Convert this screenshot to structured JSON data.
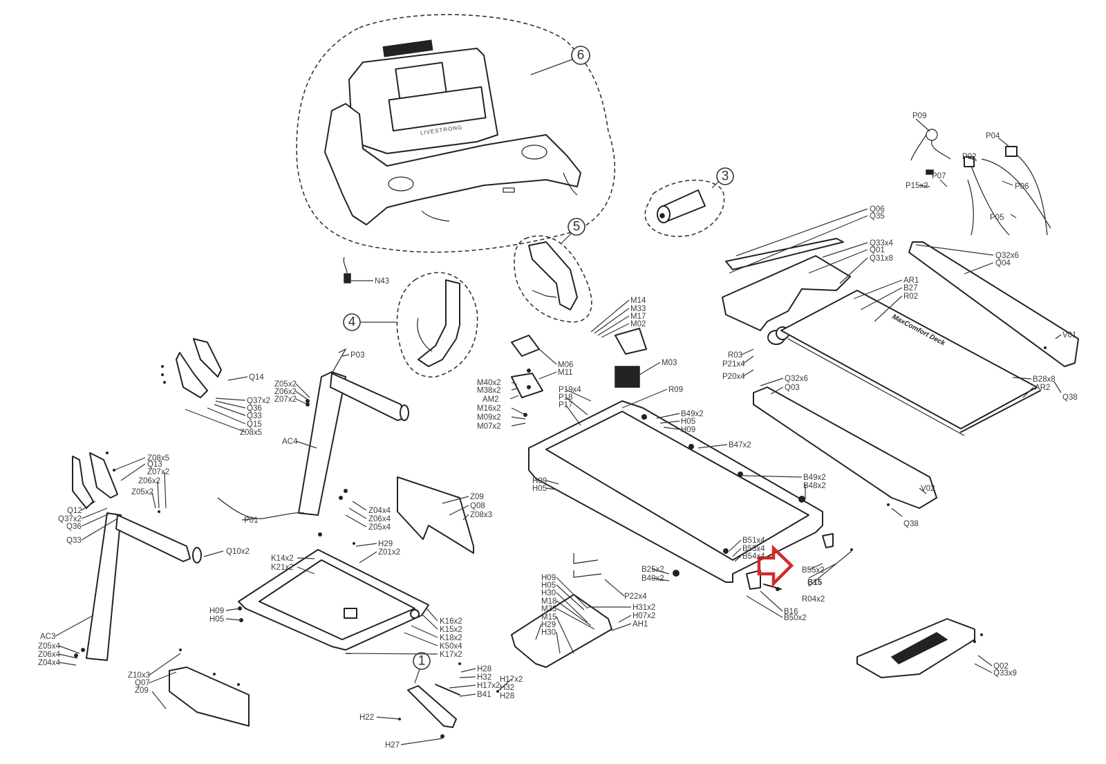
{
  "diagram": {
    "title": "Treadmill exploded parts diagram",
    "brand_text_console": "LIVESTRONG",
    "brand_text_deck": "MaxComfort Deck",
    "highlight": {
      "color": "#d22a2a",
      "points_to": "B15"
    },
    "assemblies": [
      {
        "id": "1",
        "name": "foot-pedal-assembly"
      },
      {
        "id": "3",
        "name": "roller-assembly"
      },
      {
        "id": "4",
        "name": "left-handlebar-grip"
      },
      {
        "id": "5",
        "name": "right-handlebar-grip"
      },
      {
        "id": "6",
        "name": "console-assembly"
      }
    ],
    "labels": {
      "P09": "P09",
      "P04": "P04",
      "P02": "P02",
      "P07": "P07",
      "P15x2": "P15x2",
      "P06": "P06",
      "P05": "P05",
      "Q06": "Q06",
      "Q35": "Q35",
      "Q33x4": "Q33x4",
      "Q01": "Q01",
      "Q31x8": "Q31x8",
      "Q32x6a": "Q32x6",
      "Q04": "Q04",
      "AR1": "AR1",
      "B27": "B27",
      "R02": "R02",
      "V01": "V01",
      "R03": "R03",
      "P21x4": "P21x4",
      "P20x4": "P20x4",
      "B28x8": "B28x8",
      "AR2": "AR2",
      "Q38a": "Q38",
      "Q32x6b": "Q32x6",
      "Q03": "Q03",
      "V02": "V02",
      "Q38b": "Q38",
      "N43": "N43",
      "M14": "M14",
      "M33a": "M33",
      "M17": "M17",
      "M02": "M02",
      "M06": "M06",
      "M11": "M11",
      "M40x2": "M40x2",
      "M38x2": "M38x2",
      "AM2": "AM2",
      "M16x2": "M16x2",
      "M09x2": "M09x2",
      "M07x2": "M07x2",
      "M03": "M03",
      "P19x4": "P19x4",
      "P18": "P18",
      "P17": "P17",
      "R09": "R09",
      "B49x2a": "B49x2",
      "H05a": "H05",
      "H09a": "H09",
      "B47x2": "B47x2",
      "B49x2b": "B49x2",
      "B48x2": "B48x2",
      "H09b": "H09",
      "H05b": "H05",
      "B51x4": "B51x4",
      "B53x4": "B53x4",
      "B54x4": "B54x4",
      "B55x2": "B55x2",
      "B15": "B15",
      "R04x2": "R04x2",
      "B16": "B16",
      "B50x2": "B50x2",
      "B25x2": "B25x2",
      "B40x2": "B40x2",
      "P22x4": "P22x4",
      "H09c": "H09",
      "H05c": "H05",
      "H30a": "H30",
      "M18": "M18",
      "M33b": "M33",
      "M15": "M15",
      "H29a": "H29",
      "H30b": "H30",
      "H31x2": "H31x2",
      "H07x2": "H07x2",
      "AH1": "AH1",
      "Q02": "Q02",
      "Q33x9": "Q33x9",
      "P03": "P03",
      "Q14": "Q14",
      "Z05x2a": "Z05x2",
      "Z06x2a": "Z06x2",
      "Z07x2a": "Z07x2",
      "Q37x2a": "Q37x2",
      "Q36a": "Q36",
      "Q33a": "Q33",
      "Q15": "Q15",
      "Z08x5a": "Z08x5",
      "AC4": "AC4",
      "Z08x5b": "Z08x5",
      "Q13": "Q13",
      "Z07x2b": "Z07x2",
      "Z06x2b": "Z06x2",
      "Z05x2b": "Z05x2",
      "Q12": "Q12",
      "Q37x2b": "Q37x2",
      "Q36b": "Q36",
      "Q33b": "Q33",
      "P01": "P01",
      "Z04x4a": "Z04x4",
      "Z06x4a": "Z06x4",
      "Z05x4a": "Z05x4",
      "Z09a": "Z09",
      "Q08": "Q08",
      "Z08x3": "Z08x3",
      "Q10x2": "Q10x2",
      "H29b": "H29",
      "Z01x2": "Z01x2",
      "K14x2": "K14x2",
      "K21x2": "K21x2",
      "H09d": "H09",
      "H05d": "H05",
      "K16x2": "K16x2",
      "K15x2": "K15x2",
      "K18x2": "K18x2",
      "K50x4": "K50x4",
      "K17x2": "K17x2",
      "AC3": "AC3",
      "Z05x4b": "Z05x4",
      "Z06x4b": "Z06x4",
      "Z04x4b": "Z04x4",
      "Z10x3": "Z10x3",
      "Q07": "Q07",
      "Z09b": "Z09",
      "H28a": "H28",
      "H32a": "H32",
      "H17x2a": "H17x2",
      "B41": "B41",
      "H17x2b": "H17x2",
      "H32b": "H32",
      "H28b": "H28",
      "H22": "H22",
      "H27": "H27"
    }
  }
}
